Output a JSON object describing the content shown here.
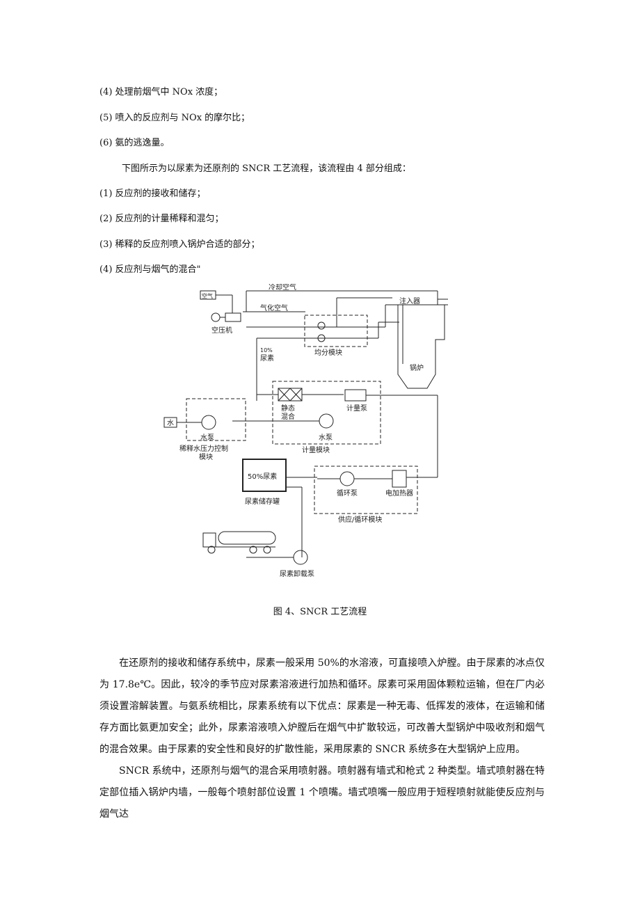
{
  "list1": [
    "(4) 处理前烟气中 NOx 浓度；",
    "(5) 喷入的反应剂与 NOx 的摩尔比；",
    "(6)  氨的逃逸量。"
  ],
  "intro": "下图所示为以尿素为还原剂的 SNCR 工艺流程，该流程由 4 部分组成：",
  "list2": [
    "(1) 反应剂的接收和储存；",
    "(2) 反应剂的计量稀释和混匀；",
    "(3) 稀释的反应剂喷入锅炉合适的部分；",
    "(4) 反应剂与烟气的混合\""
  ],
  "diagram": {
    "cooling_air": "冷却空气",
    "atomizing_air": "气化空气",
    "air": "空气",
    "compressor": "空压机",
    "injector": "注入器",
    "distribution_module": "均分模块",
    "boiler": "锅炉",
    "urea_10_line1": "10%",
    "urea_10_line2": "尿素",
    "static_mixer_line1": "静态",
    "static_mixer_line2": "混合",
    "metering_pump": "计量泵",
    "water_pump": "水泵",
    "water": "水",
    "water_pump2": "水泵",
    "dilution_module_line1": "稀释水压力控制",
    "dilution_module_line2": "模块",
    "metering_module": "计量模块",
    "urea_50": "50%尿素",
    "urea_tank": "尿素储存罐",
    "circulation_pump": "循环泵",
    "electric_heater": "电加热器",
    "supply_module": "供应/循环模块",
    "unload_pump": "尿素卸载泵"
  },
  "caption": "图 4、SNCR 工艺流程",
  "paragraphs": [
    "　　在还原剂的接收和储存系统中，尿素一般采用 50%的水溶液，可直接喷入炉膛。由于尿素的冰点仅为 17.8e℃。因此，较冷的季节应对尿素溶液进行加热和循环。尿素可采用固体颗粒运输，但在厂内必须设置溶解装置。与氨系统相比，尿素系统有以下优点：尿素是一种无毒、低挥发的液体，在运输和储存方面比氨更加安全；此外，尿素溶液喷入炉膛后在烟气中扩散较远，可改善大型锅炉中吸收剂和烟气的混合效果。由于尿素的安全性和良好的扩散性能，采用尿素的 SNCR 系统多在大型锅炉上应用。",
    "　　SNCR 系统中，还原剂与烟气的混合采用喷射器。喷射器有墙式和枪式 2 种类型。墙式喷射器在特定部位插入锅炉内墙，一般每个喷射部位设置 1 个喷嘴。墙式喷嘴一般应用于短程喷射就能使反应剂与烟气达"
  ]
}
